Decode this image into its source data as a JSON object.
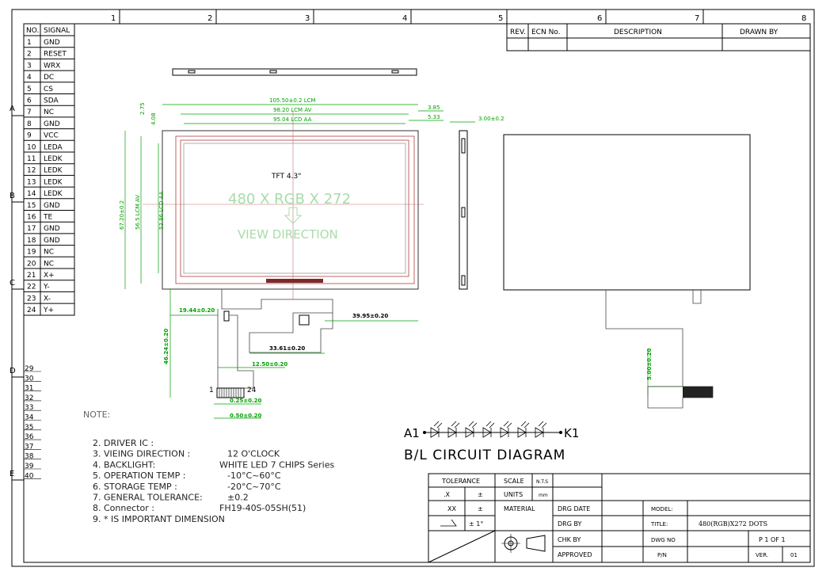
{
  "border_columns": [
    "1",
    "2",
    "3",
    "4",
    "5",
    "6",
    "7",
    "8"
  ],
  "border_rows": [
    "A",
    "B",
    "C",
    "D",
    "E"
  ],
  "pin_table": {
    "header": {
      "no": "NO.",
      "signal": "SIGNAL"
    },
    "rows": [
      {
        "no": "1",
        "signal": "GND"
      },
      {
        "no": "2",
        "signal": "RESET"
      },
      {
        "no": "3",
        "signal": "WRX"
      },
      {
        "no": "4",
        "signal": "DC"
      },
      {
        "no": "5",
        "signal": "CS"
      },
      {
        "no": "6",
        "signal": "SDA"
      },
      {
        "no": "7",
        "signal": "NC"
      },
      {
        "no": "8",
        "signal": "GND"
      },
      {
        "no": "9",
        "signal": "VCC"
      },
      {
        "no": "10",
        "signal": "LEDA"
      },
      {
        "no": "11",
        "signal": "LEDK"
      },
      {
        "no": "12",
        "signal": "LEDK"
      },
      {
        "no": "13",
        "signal": "LEDK"
      },
      {
        "no": "14",
        "signal": "LEDK"
      },
      {
        "no": "15",
        "signal": "GND"
      },
      {
        "no": "16",
        "signal": "TE"
      },
      {
        "no": "17",
        "signal": "GND"
      },
      {
        "no": "18",
        "signal": "GND"
      },
      {
        "no": "19",
        "signal": "NC"
      },
      {
        "no": "20",
        "signal": "NC"
      },
      {
        "no": "21",
        "signal": "X+"
      },
      {
        "no": "22",
        "signal": "Y-"
      },
      {
        "no": "23",
        "signal": "X-"
      },
      {
        "no": "24",
        "signal": "Y+"
      }
    ],
    "extra_numbers": [
      "29",
      "30",
      "31",
      "32",
      "33",
      "34",
      "35",
      "36",
      "37",
      "38",
      "39",
      "40"
    ]
  },
  "revision_table": {
    "rev": "REV.",
    "ecn": "ECN No.",
    "description": "DESCRIPTION",
    "drawn_by": "DRAWN BY"
  },
  "drawing": {
    "title": "TFT 4.3\"",
    "resolution": "480 X RGB X 272",
    "view_direction": "VIEW DIRECTION",
    "dims": {
      "lcm_w": "105.50±0.2 LCM",
      "lcm_av_w": "98.20 LCM AV",
      "lcd_aa_w": "95.04 LCD AA",
      "d385": "3.85",
      "d533": "5.33",
      "thickness": "3.00±0.2",
      "d275": "2.75",
      "d408": "4.08",
      "lcm_h": "67.20±0.2",
      "lcm_av_h": "56.5 LCM AV",
      "lcd_aa_h": "53.86 LCD AA",
      "fpc_left": "19.44±0.20",
      "fpc_right": "39.95±0.20",
      "fpc_len": "46.24±0.20",
      "fpc_mid": "33.61±0.20",
      "fpc_tail": "12.50±0.20",
      "pitch": "0.25±0.20",
      "pin_w": "0.50±0.20",
      "back_dim": "5.00±0.20",
      "pin_first": "1",
      "pin_last": "24"
    }
  },
  "notes": {
    "label": "NOTE:",
    "items": [
      {
        "k": "2. DRIVER IC :",
        "v": ""
      },
      {
        "k": "3. VIEING DIRECTION :",
        "v": "12 O'CLOCK"
      },
      {
        "k": "4. BACKLIGHT:",
        "v": "WHITE LED 7 CHIPS Series"
      },
      {
        "k": "5. OPERATION TEMP :",
        "v": "-10°C~60°C"
      },
      {
        "k": "6. STORAGE TEMP :",
        "v": "-20°C~70°C"
      },
      {
        "k": "7. GENERAL TOLERANCE:",
        "v": "±0.2"
      },
      {
        "k": "8. Connector :",
        "v": "FH19-40S-05SH(51)"
      },
      {
        "k": "9. * IS IMPORTANT DIMENSION",
        "v": ""
      }
    ]
  },
  "circuit": {
    "a1": "A1",
    "k1": "K1",
    "caption": "B/L CIRCUIT DIAGRAM"
  },
  "title_block": {
    "tolerance": "TOLERANCE",
    "scale": "SCALE",
    "nts": "N.T.S",
    "x": ".X",
    "pm": "±",
    "units": "UNITS",
    "mm": "mm",
    "xx": "XX",
    "material": "MATERIAL",
    "drg_date": "DRG DATE",
    "angle": "± 1°",
    "drg_by": "DRG BY",
    "chk_by": "CHK BY",
    "approved": "APPROVED",
    "model": "MODEL:",
    "title": "TITLE:",
    "title_value": "480(RGB)X272 DOTS",
    "dwg_no": "DWG NO",
    "pn": "P/N",
    "page": "P 1 OF 1",
    "ver": "VER.",
    "ver_value": "01"
  }
}
